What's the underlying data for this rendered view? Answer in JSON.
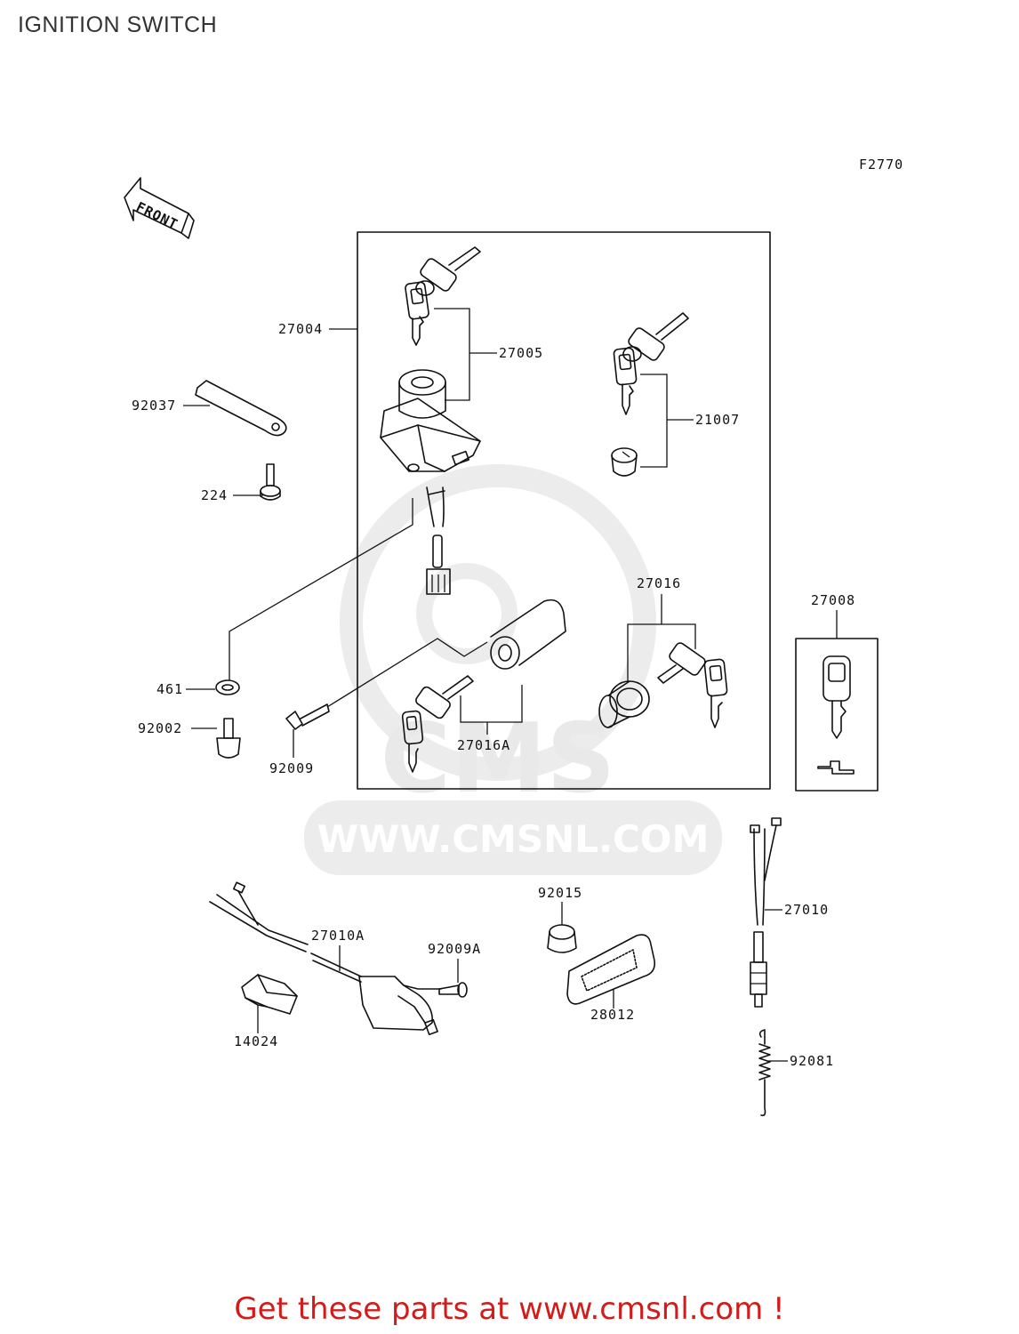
{
  "page": {
    "title": "IGNITION SWITCH",
    "figure_code": "F2770",
    "direction_marker": "FRONT",
    "watermark_logo": "CMS",
    "watermark_url": "WWW.CMSNL.COM",
    "footer": "Get these parts at www.cmsnl.com !"
  },
  "colors": {
    "footer_text": "#d21c1c",
    "line_art": "#111111",
    "watermark": "#e9e9e9"
  },
  "parts": [
    {
      "number": "27004"
    },
    {
      "number": "27005"
    },
    {
      "number": "21007"
    },
    {
      "number": "92037"
    },
    {
      "number": "224"
    },
    {
      "number": "27016"
    },
    {
      "number": "27008"
    },
    {
      "number": "461"
    },
    {
      "number": "92002"
    },
    {
      "number": "92009"
    },
    {
      "number": "27016A"
    },
    {
      "number": "92015"
    },
    {
      "number": "27010"
    },
    {
      "number": "27010A"
    },
    {
      "number": "92009A"
    },
    {
      "number": "28012"
    },
    {
      "number": "14024"
    },
    {
      "number": "92081"
    }
  ]
}
